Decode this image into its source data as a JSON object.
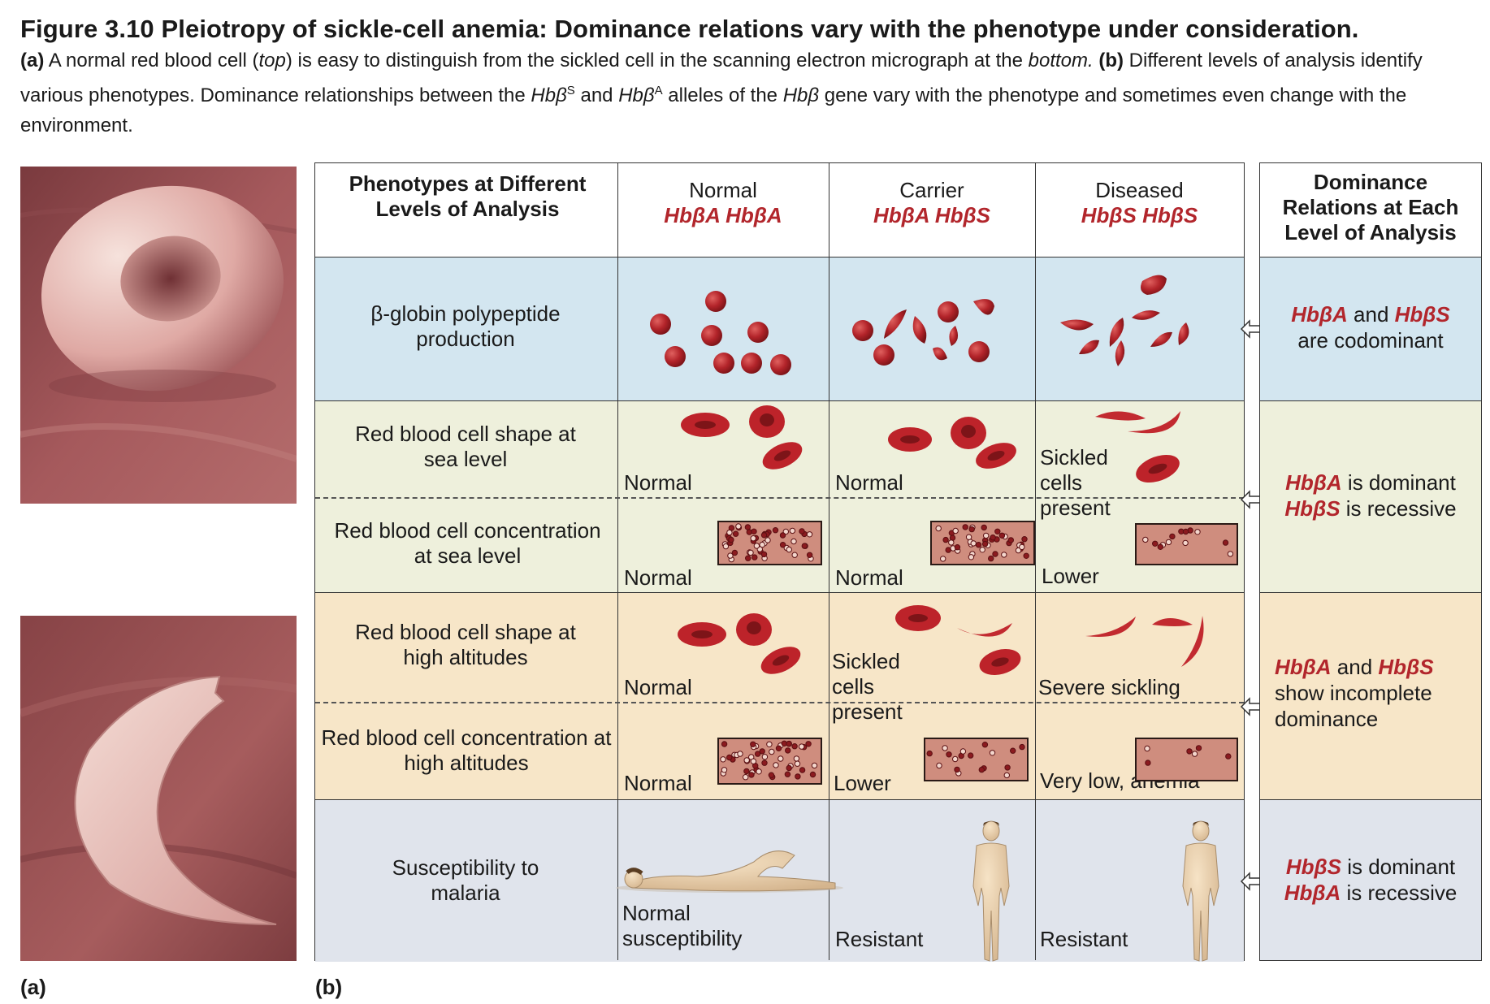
{
  "caption": {
    "title": "Figure 3.10  Pleiotropy of sickle-cell anemia: Dominance relations vary with the phenotype under consideration.",
    "part_a_label": "(a)",
    "part_a_text_1": " A normal red blood cell (",
    "part_a_top": "top",
    "part_a_text_2": ") is easy to distinguish from the sickled cell in the scanning electron micrograph at the ",
    "part_a_bottom": "bottom.",
    "part_b_label": "(b)",
    "part_b_text_1": " Different levels of analysis identify various phenotypes. Dominance relationships between the ",
    "allele_s": "Hbβ",
    "sup_s": "S",
    "part_b_and": " and ",
    "allele_a": "Hbβ",
    "sup_a": "A",
    "part_b_text_2": " alleles of the ",
    "gene": "Hbβ",
    "part_b_text_3": " gene vary with the phenotype and sometimes even change with the environment."
  },
  "panel_labels": {
    "a": "(a)",
    "b": "(b)"
  },
  "header": {
    "col0": "Phenotypes at Different Levels of Analysis",
    "col1_title": "Normal",
    "col1_geno": "HbβA HbβA",
    "col2_title": "Carrier",
    "col2_geno": "HbβA HbβS",
    "col3_title": "Diseased",
    "col3_geno": "HbβS HbβS",
    "dominance": "Dominance Relations at Each Level of Analysis"
  },
  "rows": {
    "r1": "β-globin polypeptide production",
    "r2": "Red blood cell shape at sea level",
    "r3": "Red blood cell concentration at sea level",
    "r4": "Red blood cell shape at high altitudes",
    "r5": "Red blood cell concentration at high altitudes",
    "r6": "Susceptibility to malaria"
  },
  "cells": {
    "r2c1": "Normal",
    "r2c2": "Normal",
    "r2c3": "Sickled cells present",
    "r3c1": "Normal",
    "r3c2": "Normal",
    "r3c3": "Lower",
    "r4c1": "Normal",
    "r4c2": "Sickled cells present",
    "r4c3": "Severe sickling",
    "r5c1": "Normal",
    "r5c2": "Lower",
    "r5c3": "Very low, anemia",
    "r6c1": "Normal susceptibility",
    "r6c2": "Resistant",
    "r6c3": "Resistant"
  },
  "dominance": {
    "d1_g1": "HbβA",
    "d1_t1": " and ",
    "d1_g2": "HbβS",
    "d1_t2": "are codominant",
    "d2_g1": "HbβA",
    "d2_t1": " is dominant",
    "d2_g2": "HbβS",
    "d2_t2": " is recessive",
    "d3_g1": "HbβA",
    "d3_t1": " and ",
    "d3_g2": "HbβS",
    "d3_t2": "show incomplete",
    "d3_t3": "dominance",
    "d4_g1": "HbβS",
    "d4_t1": " is dominant",
    "d4_g2": "HbβA",
    "d4_t2": " is recessive"
  },
  "colors": {
    "band_blue": "#d3e6f0",
    "band_green": "#eef0dc",
    "band_tan": "#f7e6c8",
    "band_grey": "#e0e4ec",
    "allele_red": "#b2262c",
    "cell_red": "#c0262b",
    "box_fill": "#cf8d7e"
  }
}
